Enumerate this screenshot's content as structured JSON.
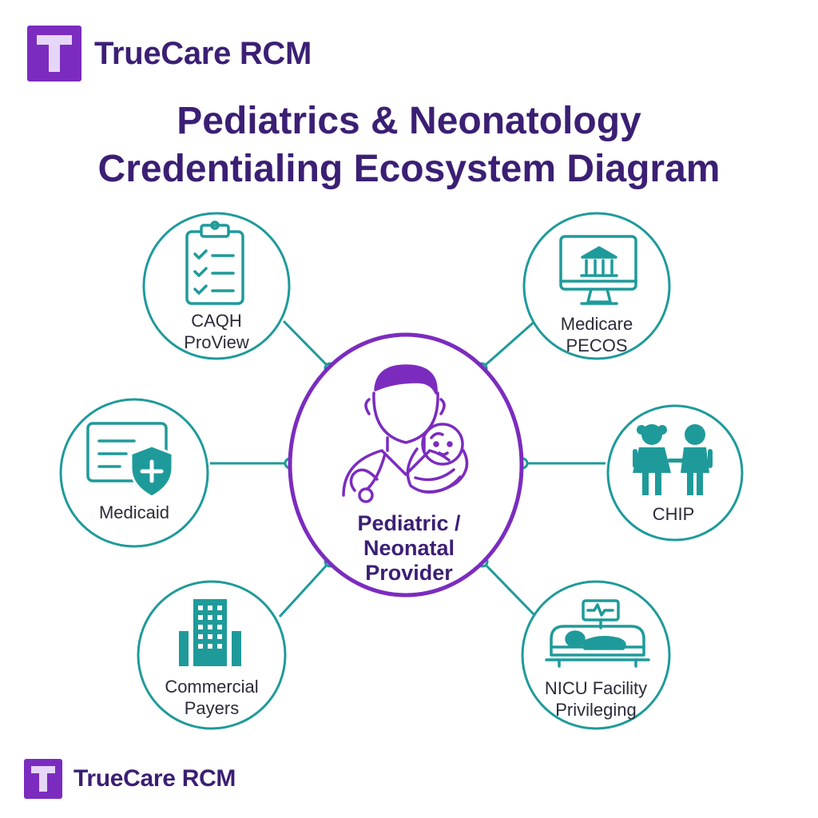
{
  "brand": {
    "name": "TrueCare RCM",
    "footer_name": "TrueCare RCM",
    "colors": {
      "purple": "#7b2cbf",
      "teal": "#1f9a9a",
      "navy": "#3b1f74"
    }
  },
  "title": {
    "line1": "Pediatrics & Neonatology",
    "line2": "Credentialing Ecosystem Diagram"
  },
  "center": {
    "line1": "Pediatric /",
    "line2": "Neonatal",
    "line3": "Provider",
    "icon": "doctor-holding-baby-icon"
  },
  "nodes": {
    "caqh": {
      "line1": "CAQH",
      "line2": "ProView",
      "icon": "clipboard-checklist-icon"
    },
    "medicare": {
      "line1": "Medicare",
      "line2": "PECOS",
      "icon": "monitor-bank-icon"
    },
    "medicaid": {
      "line1": "Medicaid",
      "icon": "id-card-shield-icon"
    },
    "chip": {
      "line1": "CHIP",
      "icon": "children-icon"
    },
    "commercial": {
      "line1": "Commercial",
      "line2": "Payers",
      "icon": "office-building-icon"
    },
    "nicu": {
      "line1": "NICU Facility",
      "line2": "Privileging",
      "icon": "incubator-icon"
    }
  }
}
